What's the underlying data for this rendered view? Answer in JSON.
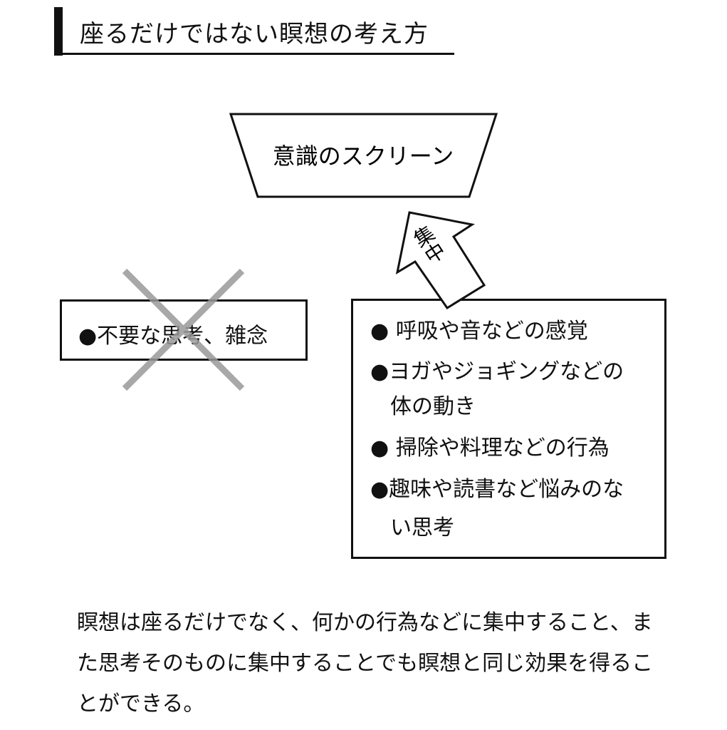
{
  "title": "座るだけではない瞑想の考え方",
  "screen_label": "意識のスクリーン",
  "arrow_label": "集中",
  "rejected": "●不要な思考、雑念",
  "focus_items": [
    "● 呼吸や音などの感覚",
    "●ヨガやジョギングなどの",
    "体の動き",
    "● 掃除や料理などの行為",
    "●趣味や読書など悩みのな",
    "い思考"
  ],
  "caption": "瞑想は座るだけでなく、何かの行為などに集中すること、また思考そのものに集中することでも瞑想と同じ効果を得ることができる。",
  "colors": {
    "cross": "#999999",
    "line": "#111111"
  }
}
